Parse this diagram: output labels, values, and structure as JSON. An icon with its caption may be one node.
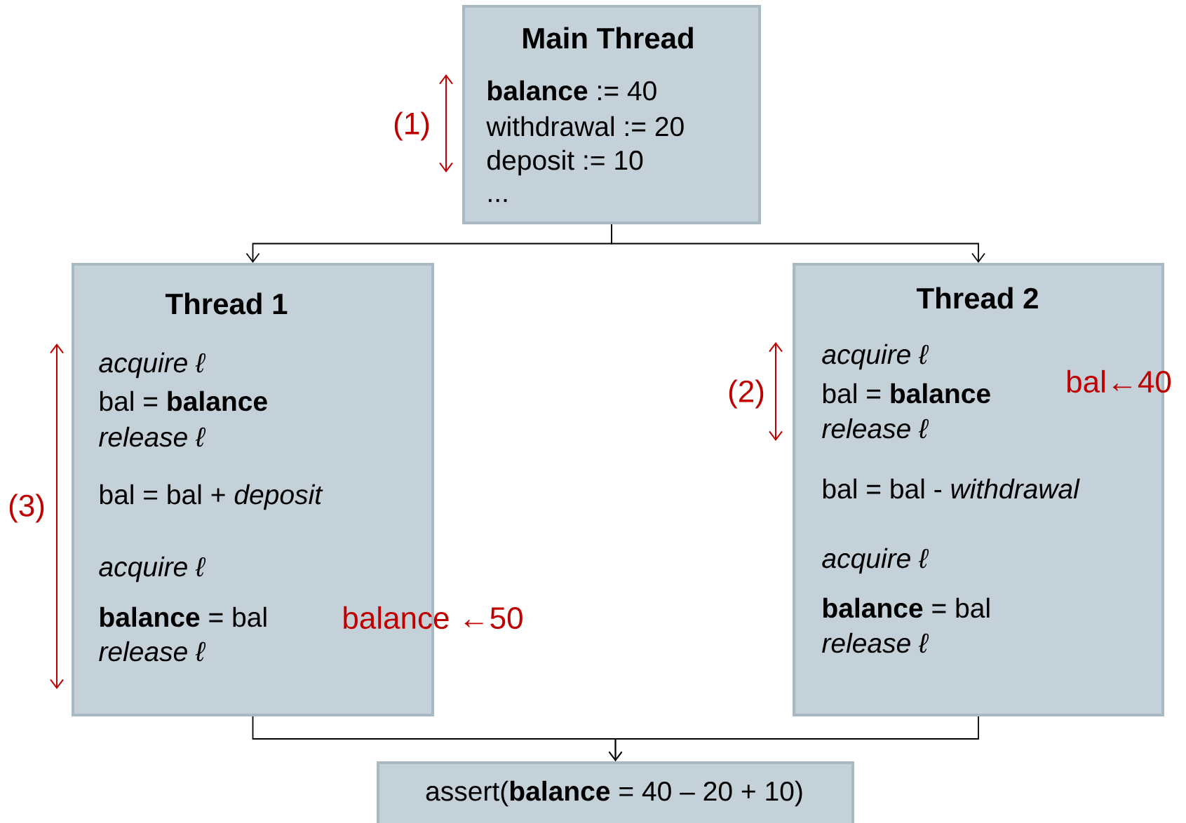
{
  "diagram": {
    "nodes": [
      {
        "text": [
          "Main Thread",
          "**balance** := 40",
          "withdrawal := 20",
          "deposit := 10",
          "..."
        ]
      },
      {
        "text": [
          "Thread 1",
          "*acquire ℓ*",
          "bal = **balance**",
          "*release ℓ*",
          "bal = bal + *deposit*",
          "*acquire ℓ*",
          "**balance** = bal",
          "*release ℓ*"
        ]
      },
      {
        "text": [
          "Thread 2",
          "*acquire ℓ*",
          "bal = **balance**",
          "*release ℓ*",
          "bal = bal - *withdrawal*",
          "*acquire ℓ*",
          "**balance** = bal",
          "*release ℓ*"
        ]
      },
      {
        "text": [
          "assert(**balance** = 40 – 20 + 10)"
        ]
      }
    ],
    "edges": [
      {
        "from": 0,
        "to": 1,
        "arrow": "to"
      },
      {
        "from": 0,
        "to": 2,
        "arrow": "to"
      },
      {
        "from": 1,
        "to": 3,
        "arrow": "to"
      },
      {
        "from": 2,
        "to": 3,
        "arrow": "to"
      }
    ],
    "labels": [
      "(1)",
      "(2)",
      "(3)",
      "bal←40",
      "balance ←50"
    ]
  }
}
